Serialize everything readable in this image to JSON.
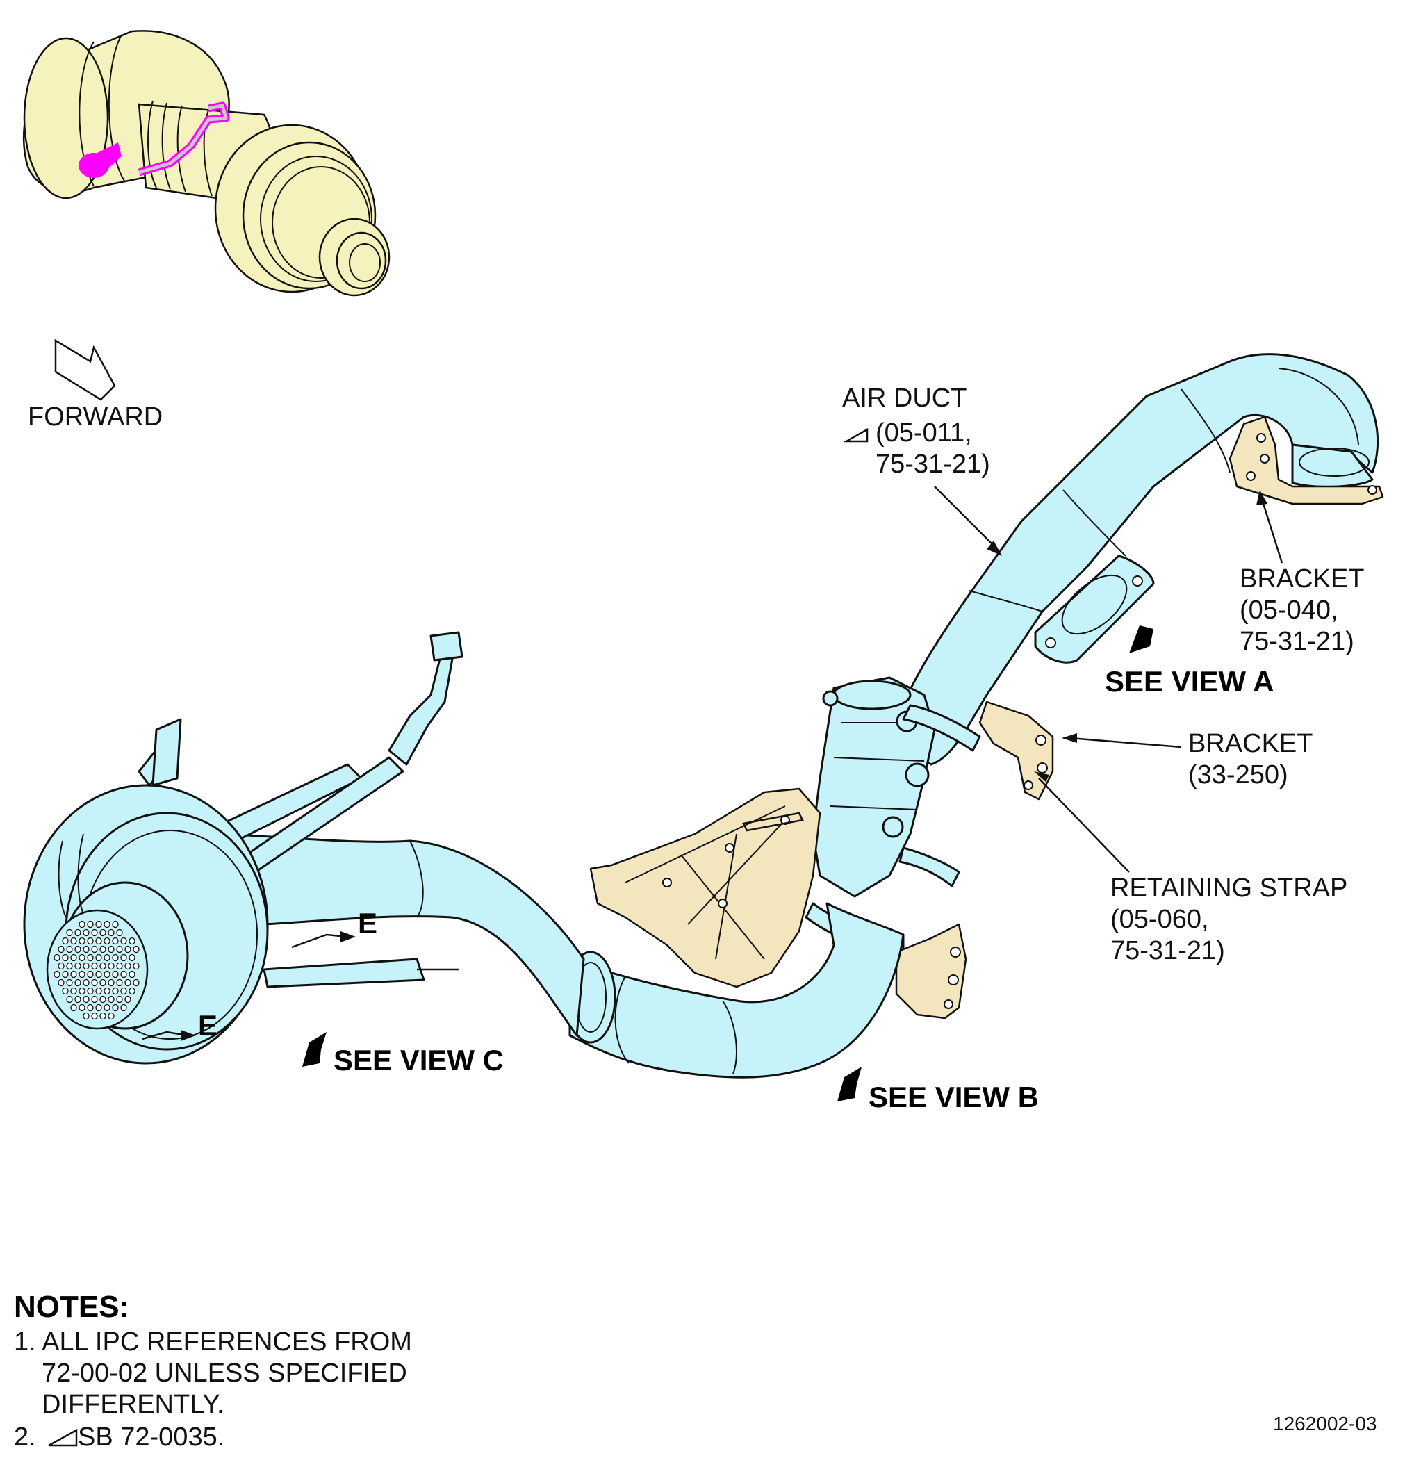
{
  "locator": {
    "forward_label": "FORWARD",
    "colors": {
      "engine": "#f6f2bd",
      "highlight": "#ff00ff"
    }
  },
  "callouts": {
    "air_duct": {
      "name": "AIR DUCT",
      "ref_line1": "(05-011,",
      "ref_line2": "75-31-21)",
      "effectivity_icon": "triangle-flag-icon"
    },
    "bracket_upper": {
      "name": "BRACKET",
      "ref_line1": "(05-040,",
      "ref_line2": "75-31-21)"
    },
    "bracket_mid": {
      "name": "BRACKET",
      "ref_line1": "(33-250)"
    },
    "retaining_strap": {
      "name": "RETAINING STRAP",
      "ref_line1": "(05-060,",
      "ref_line2": "75-31-21)"
    }
  },
  "views": {
    "view_a": "SEE VIEW A",
    "view_b": "SEE VIEW B",
    "view_c": "SEE VIEW C",
    "section_upper": "E",
    "section_lower": "E"
  },
  "notes": {
    "heading": "NOTES:",
    "note1_line1": "1. ALL IPC REFERENCES FROM",
    "note1_line2": "72-00-02 UNLESS SPECIFIED",
    "note1_line3": "DIFFERENTLY.",
    "note2_prefix": "2.",
    "note2_text": "SB 72-0035."
  },
  "figure_id": "1262002-03",
  "colors": {
    "duct": "#c6f3f9",
    "bracket": "#f3e6be"
  }
}
